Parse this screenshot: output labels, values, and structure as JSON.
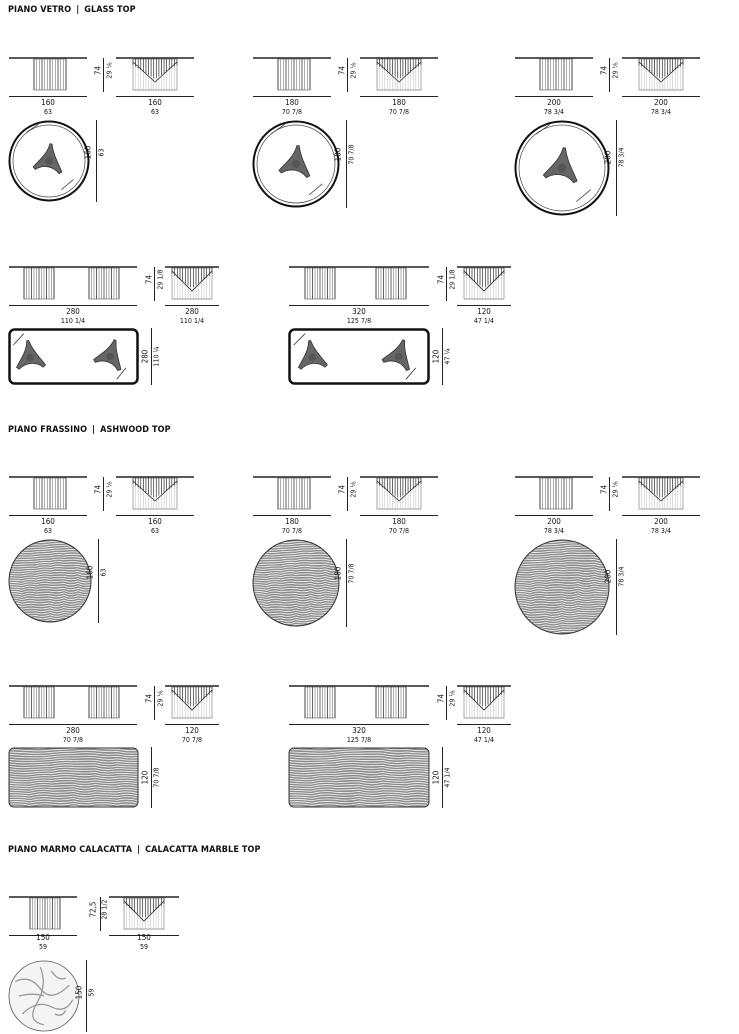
{
  "sections": {
    "glass": {
      "title_it": "PIANO VETRO",
      "title_en": "GLASS TOP"
    },
    "ash": {
      "title_it": "PIANO FRASSINO",
      "title_en": "ASHWOOD TOP"
    },
    "marble": {
      "title_it": "PIANO MARMO CALACATTA",
      "title_en": "CALACATTA MARBLE TOP"
    }
  },
  "separator": "|",
  "glass": {
    "r160": {
      "w_cm": "160",
      "w_in": "63",
      "h_cm": "74",
      "h_in": "29 ⅛",
      "top_cm": "160",
      "top_in": "63",
      "d_cm": "160",
      "d_in": "63"
    },
    "r180": {
      "w_cm": "180",
      "w_in": "70 7/8",
      "h_cm": "74",
      "h_in": "29 ⅛",
      "top_cm": "180",
      "top_in": "70 7/8",
      "d_cm": "180",
      "d_in": "70 7/8"
    },
    "r200": {
      "w_cm": "200",
      "w_in": "78 3/4",
      "h_cm": "74",
      "h_in": "29 ⅛",
      "top_cm": "200",
      "top_in": "78 3/4",
      "d_cm": "200",
      "d_in": "78 3/4"
    },
    "rect280": {
      "w_cm": "280",
      "w_in": "110 1/4",
      "h_cm": "74",
      "h_in": "29 1/8",
      "top_cm": "280",
      "top_in": "110 1/4",
      "d_cm": "280",
      "d_in": "110 ¼"
    },
    "rect320": {
      "w_cm": "320",
      "w_in": "125 7/8",
      "h_cm": "74",
      "h_in": "29 1/8",
      "top_cm": "120",
      "top_in": "47 1/4",
      "d_cm": "120",
      "d_in": "47 ¼"
    }
  },
  "ash": {
    "r160": {
      "w_cm": "160",
      "w_in": "63",
      "h_cm": "74",
      "h_in": "29 ⅛",
      "top_cm": "160",
      "top_in": "63",
      "d_cm": "160",
      "d_in": "63"
    },
    "r180": {
      "w_cm": "180",
      "w_in": "70 7/8",
      "h_cm": "74",
      "h_in": "29 ⅛",
      "top_cm": "180",
      "top_in": "70 7/8",
      "d_cm": "180",
      "d_in": "70 7/8"
    },
    "r200": {
      "w_cm": "200",
      "w_in": "78 3/4",
      "h_cm": "74",
      "h_in": "29 ⅛",
      "top_cm": "200",
      "top_in": "78 3/4",
      "d_cm": "200",
      "d_in": "78 3/4"
    },
    "rect280": {
      "w_cm": "280",
      "w_in": "70 7/8",
      "h_cm": "74",
      "h_in": "29 ⅛",
      "top_cm": "120",
      "top_in": "70 7/8",
      "d_cm": "120",
      "d_in": "70 7/8"
    },
    "rect320": {
      "w_cm": "320",
      "w_in": "125 7/8",
      "h_cm": "74",
      "h_in": "29 ⅛",
      "top_cm": "120",
      "top_in": "47 1/4",
      "d_cm": "120",
      "d_in": "47 1/4"
    }
  },
  "marble": {
    "r150": {
      "w_cm": "150",
      "w_in": "59",
      "h_cm": "72,5",
      "h_in": "28 1/2",
      "top_cm": "150",
      "top_in": "59",
      "d_cm": "150",
      "d_in": "59"
    }
  }
}
